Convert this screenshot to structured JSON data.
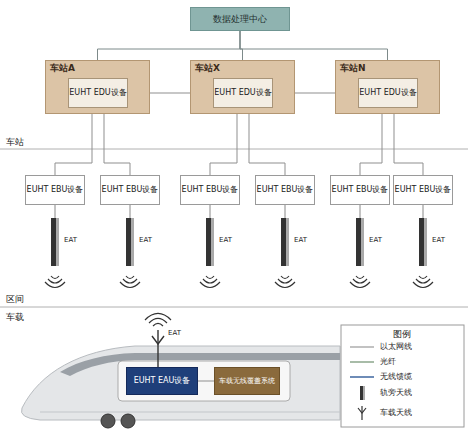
{
  "diagram": {
    "nodes": [
      {
        "text": [
          "数据处理中心"
        ]
      },
      {
        "text": [
          "车站A"
        ]
      },
      {
        "text": [
          "EUHT EDU设备"
        ],
        "in": 1
      },
      {
        "text": [
          "车站X"
        ]
      },
      {
        "text": [
          "EUHT EDU设备"
        ],
        "in": 3
      },
      {
        "text": [
          "车站N"
        ]
      },
      {
        "text": [
          "EUHT EDU设备"
        ],
        "in": 5
      },
      {
        "text": [
          "EUHT EBU设备"
        ]
      },
      {
        "text": [
          "EUHT EBU设备"
        ]
      },
      {
        "text": [
          "EUHT EBU设备"
        ]
      },
      {
        "text": [
          "EUHT EBU设备"
        ]
      },
      {
        "text": [
          "EUHT EBU设备"
        ]
      },
      {
        "text": [
          "EUHT EBU设备"
        ]
      },
      {
        "text": [
          "EUHT EAU设备"
        ]
      },
      {
        "text": [
          "车载无线覆盖系统"
        ]
      }
    ],
    "edges": [
      {
        "from": 0,
        "to": 1,
        "arrow": "none"
      },
      {
        "from": 0,
        "to": 3,
        "arrow": "none"
      },
      {
        "from": 0,
        "to": 5,
        "arrow": "none"
      },
      {
        "from": 2,
        "to": 4,
        "arrow": "none"
      },
      {
        "from": 4,
        "to": 6,
        "arrow": "none"
      },
      {
        "from": 2,
        "to": 7,
        "arrow": "none"
      },
      {
        "from": 2,
        "to": 8,
        "arrow": "none"
      },
      {
        "from": 4,
        "to": 9,
        "arrow": "none"
      },
      {
        "from": 4,
        "to": 10,
        "arrow": "none"
      },
      {
        "from": 6,
        "to": 11,
        "arrow": "none"
      },
      {
        "from": 6,
        "to": 12,
        "arrow": "none"
      },
      {
        "from": 13,
        "to": 14,
        "arrow": "none"
      }
    ],
    "labels": [
      "车站",
      "区间",
      "车载",
      "EAT",
      "EAT",
      "EAT",
      "EAT",
      "EAT",
      "EAT",
      "EAT",
      "图例"
    ],
    "legend": [
      {
        "text": "以太网线"
      },
      {
        "text": "光纤"
      },
      {
        "text": "无线馈缆"
      },
      {
        "text": "轨旁天线"
      },
      {
        "text": "车载天线"
      }
    ]
  }
}
